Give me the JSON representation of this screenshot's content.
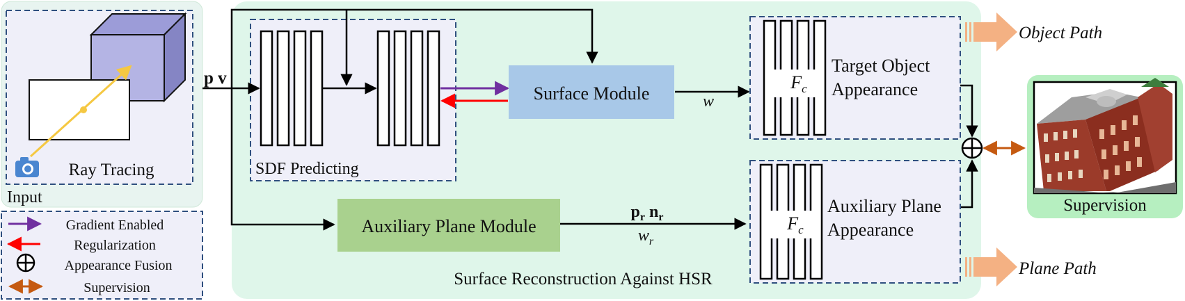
{
  "input": {
    "label": "Input",
    "ray_tracing": "Ray Tracing"
  },
  "inputs_label": "p v",
  "sdf": {
    "label": "SDF Predicting"
  },
  "surface_module": {
    "label": "Surface Module"
  },
  "surface_output": "w",
  "target_appearance": {
    "fc": "F",
    "fc_sub": "c",
    "line1": "Target Object",
    "line2": "Appearance"
  },
  "aux_plane_module": {
    "label": "Auxiliary Plane Module"
  },
  "aux_output_top": "p",
  "aux_output_top_sub": "r",
  "aux_output_top2": "n",
  "aux_output_top2_sub": "r",
  "aux_output_bottom": "w",
  "aux_output_bottom_sub": "r",
  "aux_appearance": {
    "fc": "F",
    "fc_sub": "c",
    "line1": "Auxiliary Plane",
    "line2": "Appearance"
  },
  "region_label": "Surface Reconstruction Against HSR",
  "object_path": "Object Path",
  "plane_path": "Plane Path",
  "supervision": {
    "label": "Supervision"
  },
  "fusion_symbol": "⊕",
  "legend": [
    {
      "icon": "purple-arrow",
      "label": "Gradient Enabled"
    },
    {
      "icon": "red-arrow",
      "label": "Regularization"
    },
    {
      "icon": "oplus",
      "label": "Appearance Fusion"
    },
    {
      "icon": "orange-double-arrow",
      "label": "Supervision"
    }
  ],
  "colors": {
    "input_bg": "#e8f4f0",
    "main_bg": "#dff6ea",
    "panel_bg": "#efeff9",
    "surface_module": "#a8c8e8",
    "aux_module": "#a9d18e",
    "cube": "#b4b4e4",
    "path_arrow": "#f4b183",
    "supervision_bg": "#b6efc0",
    "purple": "#7030a0",
    "red": "#ff0000",
    "orange": "#c55a11",
    "dash": "#2f4f7f"
  }
}
